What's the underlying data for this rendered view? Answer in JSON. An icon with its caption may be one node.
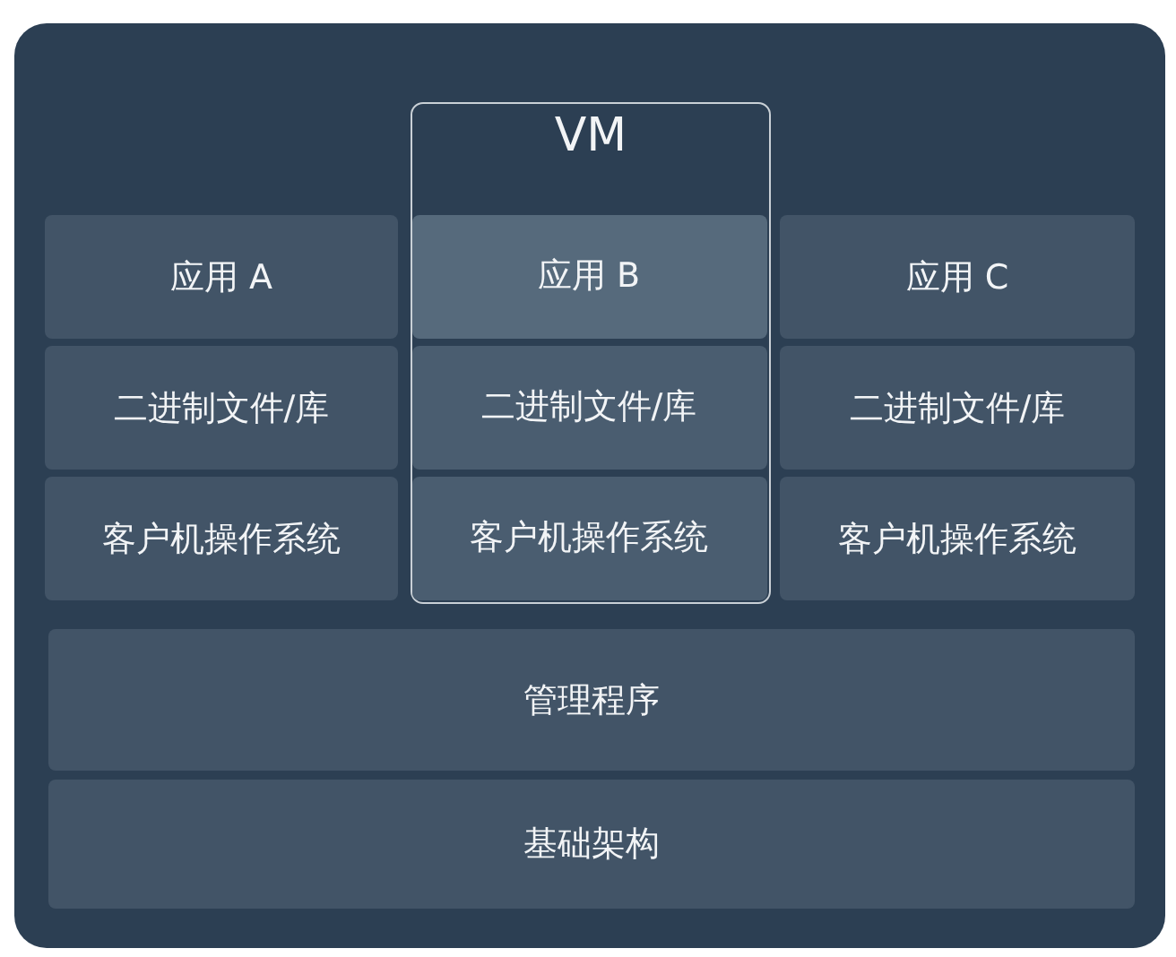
{
  "diagram": {
    "nodes": [
      {
        "text": [
          "VM"
        ]
      },
      {
        "text": [
          "应用 A"
        ]
      },
      {
        "text": [
          "应用 B"
        ],
        "in": 0
      },
      {
        "text": [
          "应用 C"
        ]
      },
      {
        "text": [
          "二进制文件/库"
        ]
      },
      {
        "text": [
          "二进制文件/库"
        ],
        "in": 0
      },
      {
        "text": [
          "二进制文件/库"
        ]
      },
      {
        "text": [
          "客户机操作系统"
        ]
      },
      {
        "text": [
          "客户机操作系统"
        ],
        "in": 0
      },
      {
        "text": [
          "客户机操作系统"
        ]
      },
      {
        "text": [
          "管理程序"
        ]
      },
      {
        "text": [
          "基础架构"
        ]
      }
    ]
  }
}
